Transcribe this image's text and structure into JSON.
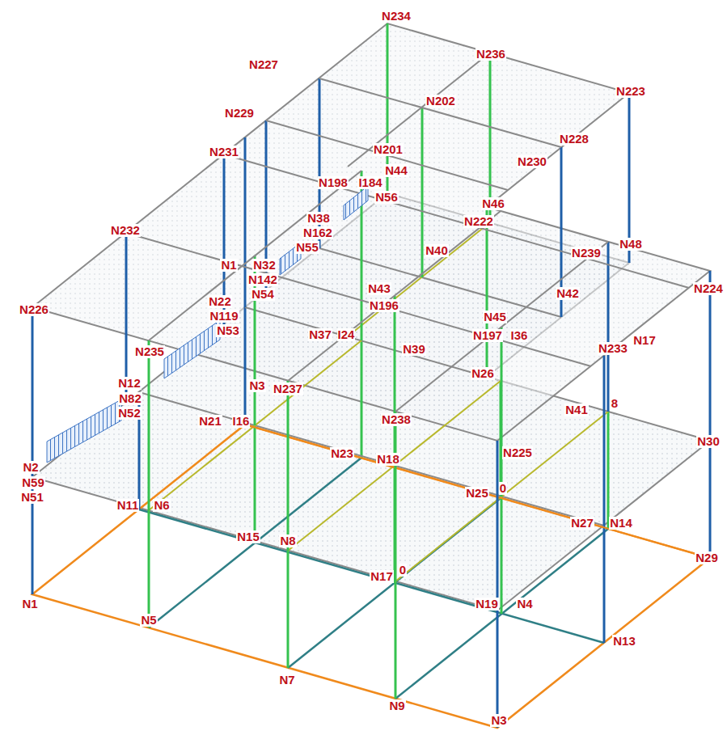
{
  "diagram": {
    "labels": [
      "N234",
      "N236",
      "N227",
      "N223",
      "N202",
      "N229",
      "N228",
      "N201",
      "N231",
      "N230",
      "N44",
      "N198",
      "I184",
      "N56",
      "N46",
      "N38",
      "N222",
      "N232",
      "N162",
      "N48",
      "N55",
      "N40",
      "N239",
      "N1",
      "N32",
      "N142",
      "N43",
      "N224",
      "N42",
      "N54",
      "N22",
      "N196",
      "N226",
      "N119",
      "N45",
      "N53",
      "N37",
      "I24",
      "N197",
      "I36",
      "N39",
      "N233",
      "N17",
      "N235",
      "N26",
      "N12",
      "N3",
      "N237",
      "N82",
      "8",
      "N41",
      "N52",
      "N21",
      "I16",
      "N238",
      "N30",
      "N225",
      "N23",
      "N18",
      "N2",
      "N59",
      "0",
      "N25",
      "N51",
      "N11",
      "N6",
      "N27",
      "N14",
      "N15",
      "N8",
      "N29",
      "0",
      "N17",
      "N1",
      "N19",
      "N4",
      "N5",
      "N13",
      "N7",
      "N9",
      "N3"
    ]
  }
}
